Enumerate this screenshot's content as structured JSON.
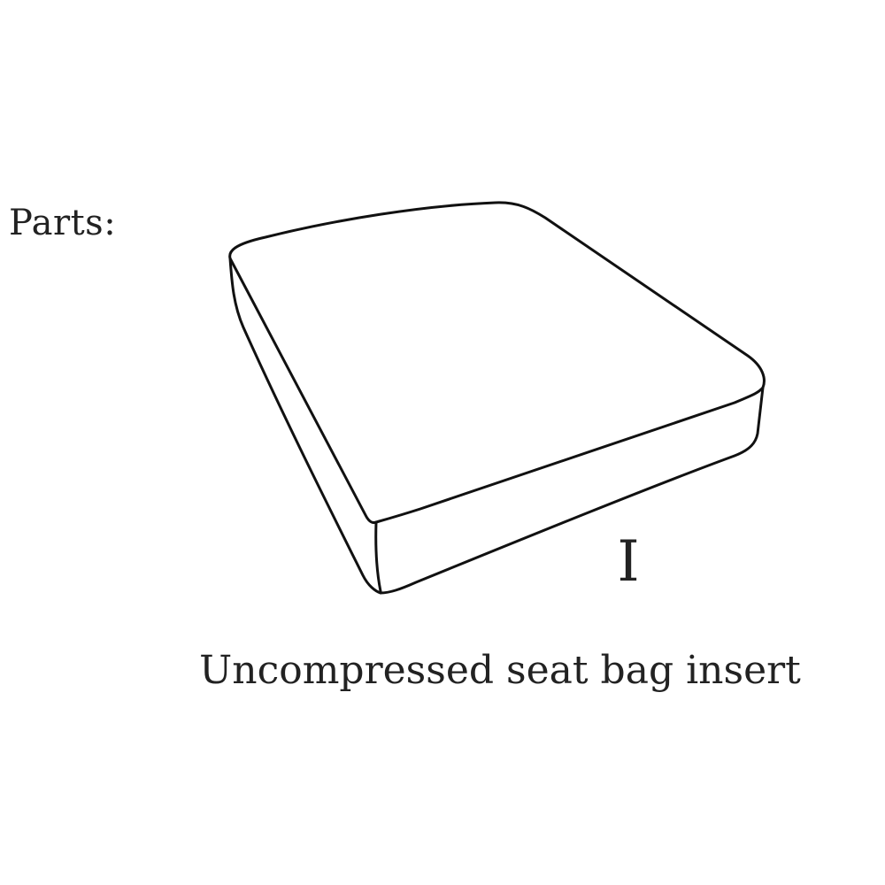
{
  "heading": "Parts:",
  "part": {
    "number": "I",
    "caption": "Uncompressed seat bag insert"
  },
  "illustration": {
    "icon": "seat-cushion-icon",
    "stroke_color": "#111111",
    "fill_color": "#ffffff"
  }
}
